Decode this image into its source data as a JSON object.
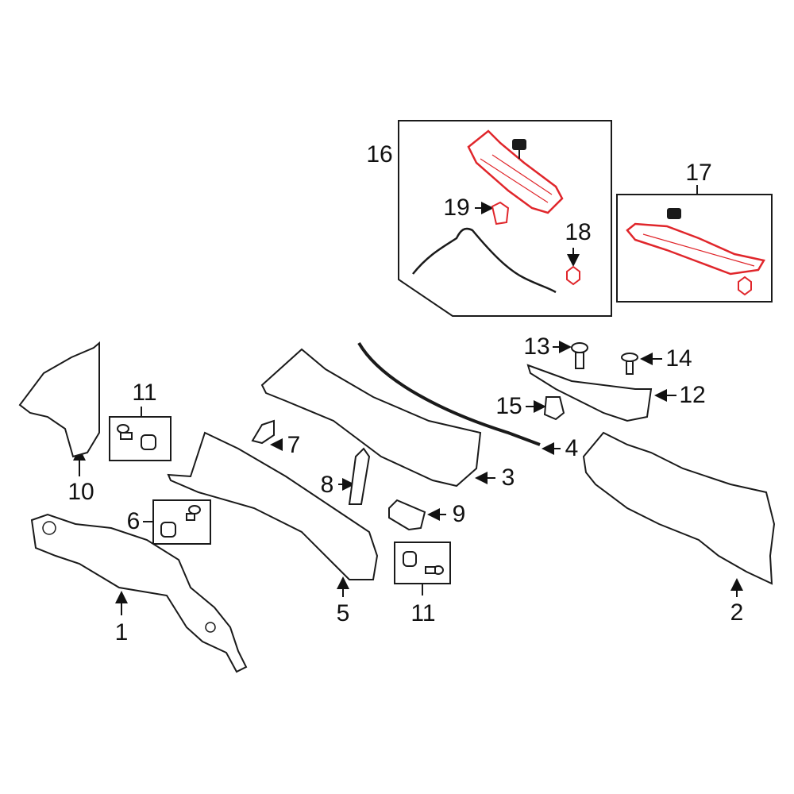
{
  "colors": {
    "line": "#1a1a1a",
    "highlight": "#e0262b"
  },
  "callouts": [
    {
      "id": "c1",
      "text": "1"
    },
    {
      "id": "c2",
      "text": "2"
    },
    {
      "id": "c3",
      "text": "3"
    },
    {
      "id": "c4",
      "text": "4"
    },
    {
      "id": "c5",
      "text": "5"
    },
    {
      "id": "c6",
      "text": "6"
    },
    {
      "id": "c7",
      "text": "7"
    },
    {
      "id": "c8",
      "text": "8"
    },
    {
      "id": "c9",
      "text": "9"
    },
    {
      "id": "c10",
      "text": "10"
    },
    {
      "id": "c11a",
      "text": "11"
    },
    {
      "id": "c11b",
      "text": "11"
    },
    {
      "id": "c12",
      "text": "12"
    },
    {
      "id": "c13",
      "text": "13"
    },
    {
      "id": "c14",
      "text": "14"
    },
    {
      "id": "c15",
      "text": "15"
    },
    {
      "id": "c16",
      "text": "16"
    },
    {
      "id": "c17",
      "text": "17"
    },
    {
      "id": "c18",
      "text": "18"
    },
    {
      "id": "c19",
      "text": "19"
    }
  ]
}
